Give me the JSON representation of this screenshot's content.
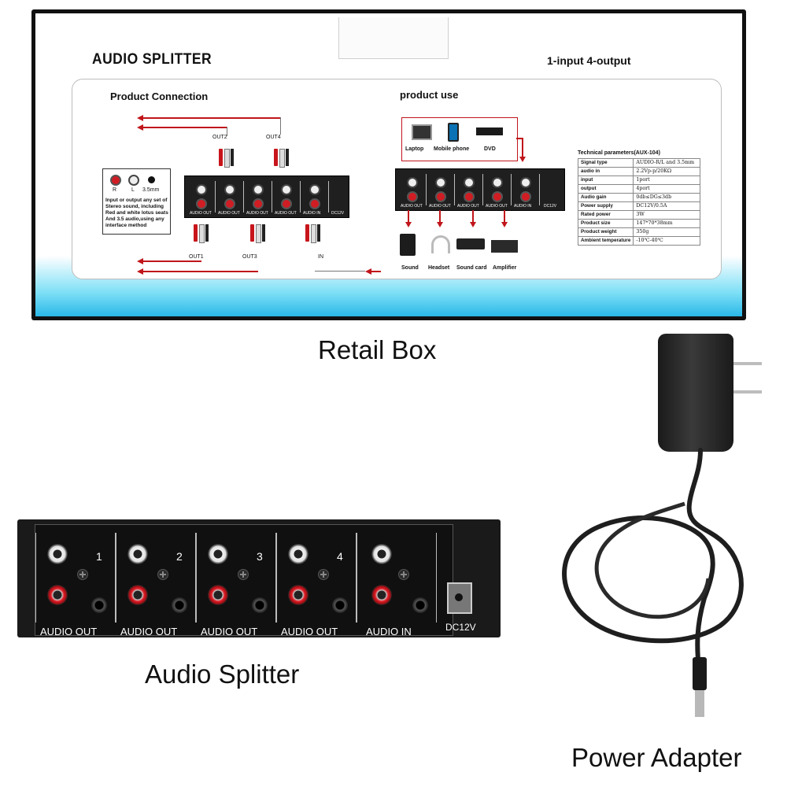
{
  "retail_box": {
    "caption": "Retail Box",
    "title": "AUDIO SPLITTER",
    "spec": "1-input  4-output",
    "connection": {
      "heading": "Product Connection",
      "labels": {
        "out1": "OUT1",
        "out2": "OUT2",
        "out3": "OUT3",
        "out4": "OUT4",
        "in": "IN"
      },
      "jack_legend": {
        "r": "R",
        "l": "L",
        "mm": "3.5mm"
      },
      "note": "Input or output any set of Stereo sound, including Red and white lotus seats And 3.5 audio,using any interface method",
      "device_labels": {
        "audio_out": "AUDIO OUT",
        "audio_in": "AUDIO IN",
        "dc": "DC12V"
      }
    },
    "use": {
      "heading": "product use",
      "sources": [
        "Laptop",
        "Mobile phone",
        "DVD"
      ],
      "outputs": [
        "Sound",
        "Headset",
        "Sound card",
        "Amplifier"
      ]
    },
    "tech": {
      "title": "Technical parameters(AUX-104)",
      "rows": [
        {
          "key": "Signal type",
          "value": "AUDIO-R/L and 3.5mm"
        },
        {
          "key": "audio in",
          "value": "2.2Vp-p/20KΩ"
        },
        {
          "key": "input",
          "value": "1port"
        },
        {
          "key": "output",
          "value": "4port"
        },
        {
          "key": "Audio gain",
          "value": "0db≤DG≤3db"
        },
        {
          "key": "Power supply",
          "value": "DC12V/0.5A"
        },
        {
          "key": "Rated power",
          "value": "3W"
        },
        {
          "key": "Product size",
          "value": "147*70*38mm"
        },
        {
          "key": "Product weight",
          "value": "350g"
        },
        {
          "key": "Ambient temperature",
          "value": "-10℃-40℃"
        }
      ]
    }
  },
  "splitter": {
    "caption": "Audio Splitter",
    "channel_numbers": [
      "1",
      "2",
      "3",
      "4"
    ],
    "out_label": "AUDIO   OUT",
    "in_label": "AUDIO   IN",
    "dc_label": "DC12V"
  },
  "adapter": {
    "caption": "Power Adapter"
  },
  "colors": {
    "accent_red": "#c0151a",
    "box_gradient": "#2ab8e8"
  }
}
